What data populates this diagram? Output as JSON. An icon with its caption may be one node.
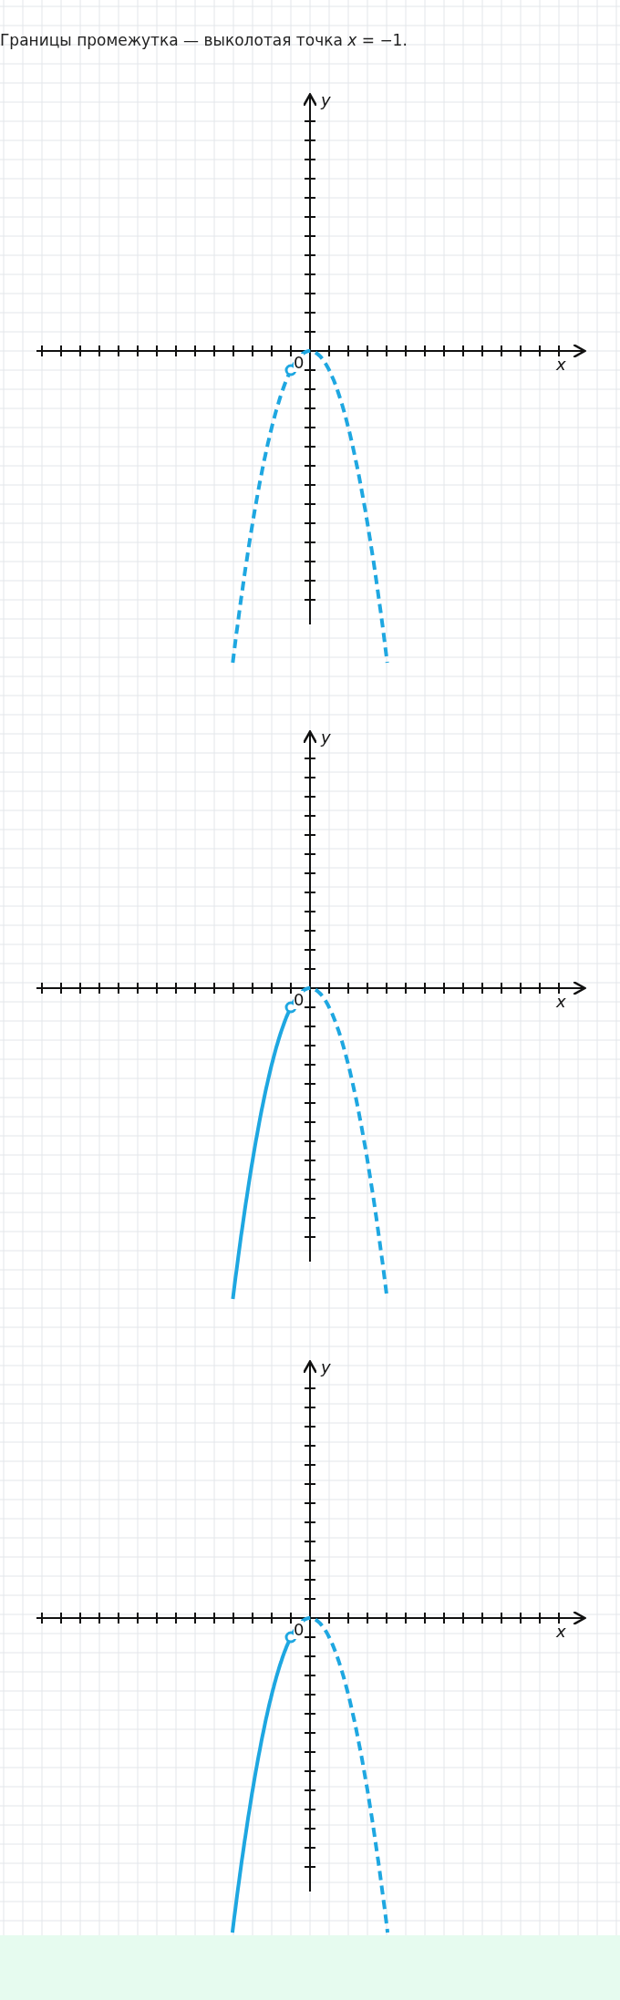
{
  "diagram": {
    "title": "Границы промежутка — выколотая точка *x* = −1.",
    "labels": [
      "y",
      "0",
      "x",
      "y",
      "0",
      "x",
      "y",
      "0",
      "x"
    ]
  }
}
